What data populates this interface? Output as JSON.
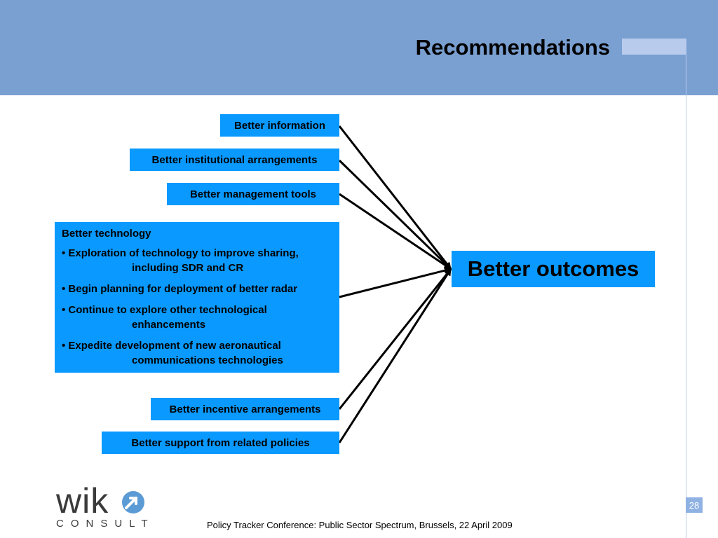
{
  "slide": {
    "title": "Recommendations",
    "page_number": "28",
    "footer": "Policy Tracker Conference: Public Sector Spectrum, Brussels, 22 April 2009"
  },
  "logo": {
    "wordmark": "wik",
    "subtitle": "CONSULT",
    "mark": "arrow-circle-icon"
  },
  "colors": {
    "header": "#7a9fd1",
    "accent": "#b8cbec",
    "box": "#0a99ff",
    "page_badge": "#8fb2e3"
  },
  "diagram": {
    "inputs": [
      {
        "label": "Better information"
      },
      {
        "label": "Better institutional arrangements"
      },
      {
        "label": "Better management tools"
      },
      {
        "label": "Better technology",
        "bullets": [
          "• Exploration of technology to improve sharing, including SDR and CR",
          "• Begin planning for deployment of better radar",
          "• Continue to explore other technological enhancements",
          "• Expedite development of new aeronautical communications technologies"
        ]
      },
      {
        "label": "Better incentive arrangements"
      },
      {
        "label": "Better support from related policies"
      }
    ],
    "target": "Better outcomes"
  }
}
